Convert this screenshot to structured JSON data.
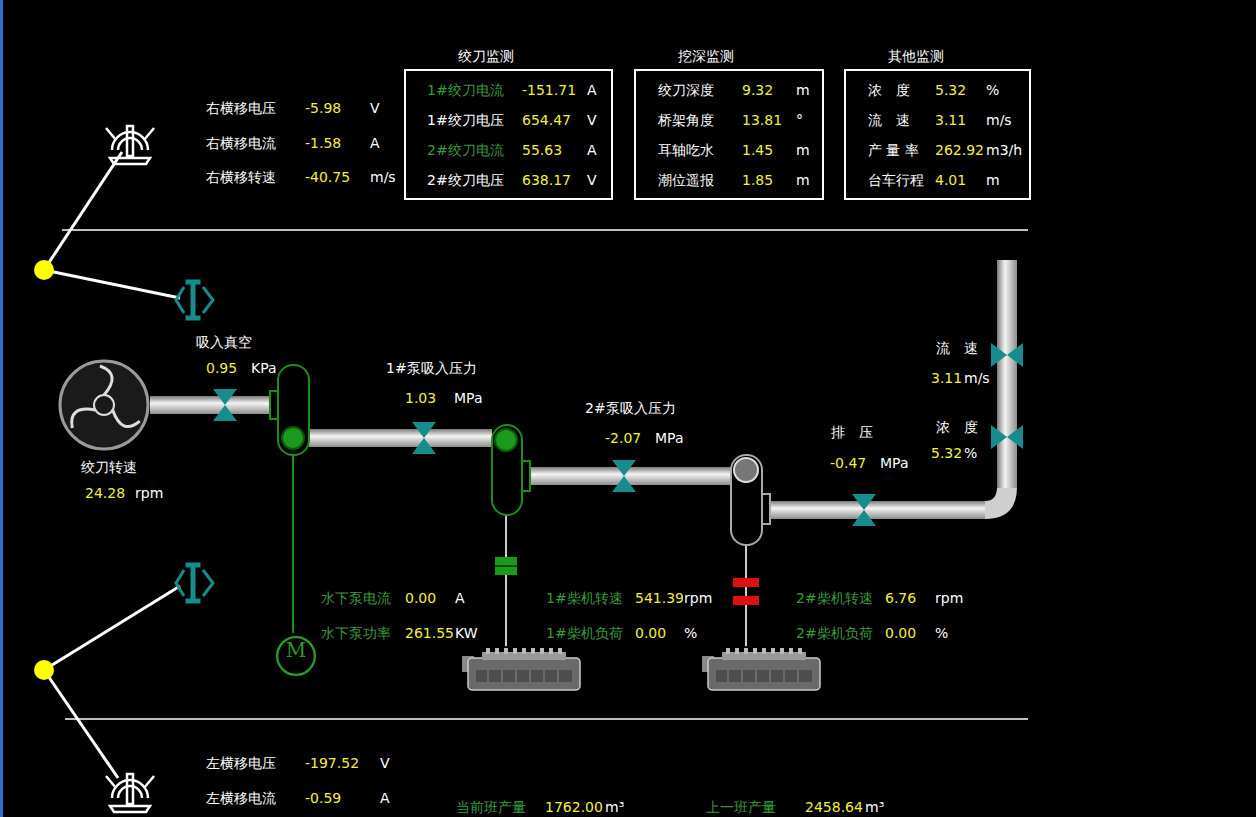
{
  "diagram": {
    "nodes": [
      {
        "text": [
          "绞刀监测",
          "1#绞刀电流",
          "-151.71",
          "A",
          "1#绞刀电压",
          "654.47",
          "V",
          "2#绞刀电流",
          "55.63",
          "A",
          "2#绞刀电压",
          "638.17",
          "V"
        ]
      },
      {
        "text": [
          "挖深监测",
          "绞刀深度",
          "9.32",
          "m",
          "桥架角度",
          "13.81",
          "°",
          "耳轴吃水",
          "1.45",
          "m",
          "潮位遥报",
          "1.85",
          "m"
        ]
      },
      {
        "text": [
          "其他监测",
          "浓　度",
          "5.32",
          "%",
          "流　速",
          "3.11",
          "m/s",
          "产 量 率",
          "262.92",
          "m3/h",
          "台车行程",
          "4.01",
          "m"
        ]
      },
      {
        "text": [
          "M"
        ]
      }
    ],
    "labels": [
      "右横移电压",
      "-5.98",
      "V",
      "右横移电流",
      "-1.58",
      "A",
      "右横移转速",
      "-40.75",
      "m/s",
      "吸入真空",
      "0.95",
      "KPa",
      "绞刀转速",
      "24.28",
      "rpm",
      "1#泵吸入压力",
      "1.03",
      "MPa",
      "2#泵吸入压力",
      "-2.07",
      "MPa",
      "排　压",
      "-0.47",
      "MPa",
      "流　速",
      "3.11",
      "m/s",
      "浓　度",
      "5.32",
      "%",
      "水下泵电流",
      "0.00",
      "A",
      "水下泵功率",
      "261.55",
      "KW",
      "1#柴机转速",
      "541.39",
      "rpm",
      "1#柴机负荷",
      "0.00",
      "%",
      "2#柴机转速",
      "6.76",
      "rpm",
      "2#柴机负荷",
      "0.00",
      "%",
      "左横移电压",
      "-197.52",
      "V",
      "左横移电流",
      "-0.59",
      "A",
      "当前班产量",
      "1762.00",
      "m³",
      "上一班产量",
      "2458.64",
      "m³"
    ]
  }
}
